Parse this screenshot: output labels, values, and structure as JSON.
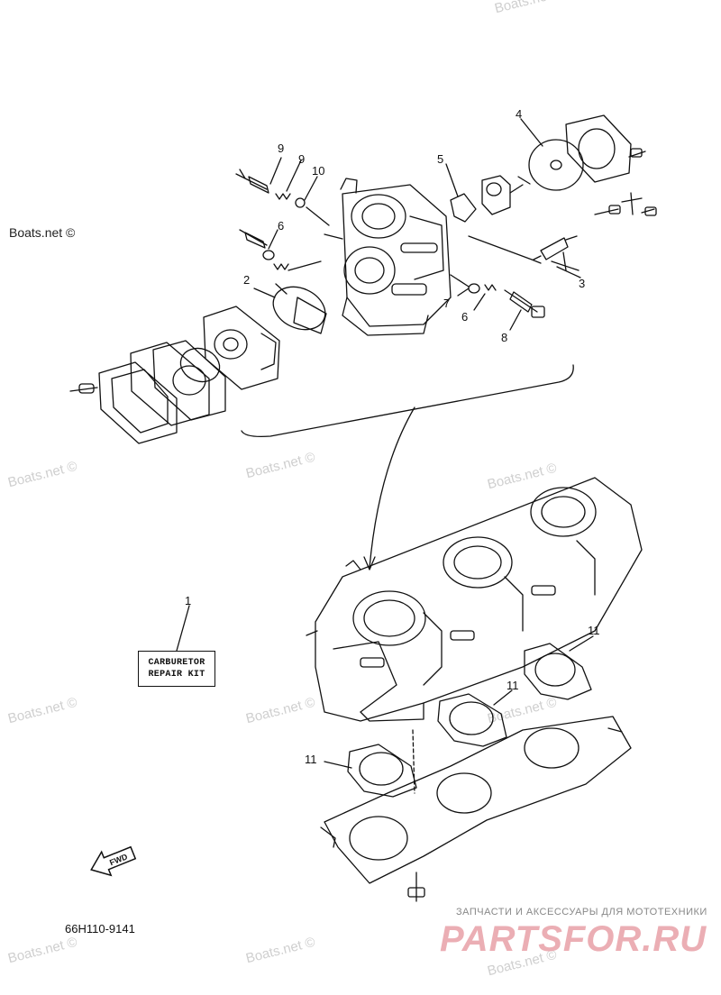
{
  "watermark": "Boats.net ©",
  "callouts": {
    "c1": "1",
    "c2": "2",
    "c3": "3",
    "c4": "4",
    "c5": "5",
    "c6a": "6",
    "c6b": "6",
    "c7": "7",
    "c8": "8",
    "c9a": "9",
    "c9b": "9",
    "c10": "10",
    "c11a": "11",
    "c11b": "11",
    "c11c": "11"
  },
  "repair_kit": {
    "line1": "CARBURETOR",
    "line2": "REPAIR KIT"
  },
  "fwd_label": "FWD",
  "part_code": "66H110-9141",
  "store": {
    "subtitle": "ЗАПЧАСТИ И АКСЕССУАРЫ ДЛЯ МОТОТЕХНИКИ",
    "logo": "PARTSFOR.RU"
  },
  "colors": {
    "line": "#111111",
    "watermark": "#cfcfcf",
    "logo": "#e8a0a8"
  }
}
